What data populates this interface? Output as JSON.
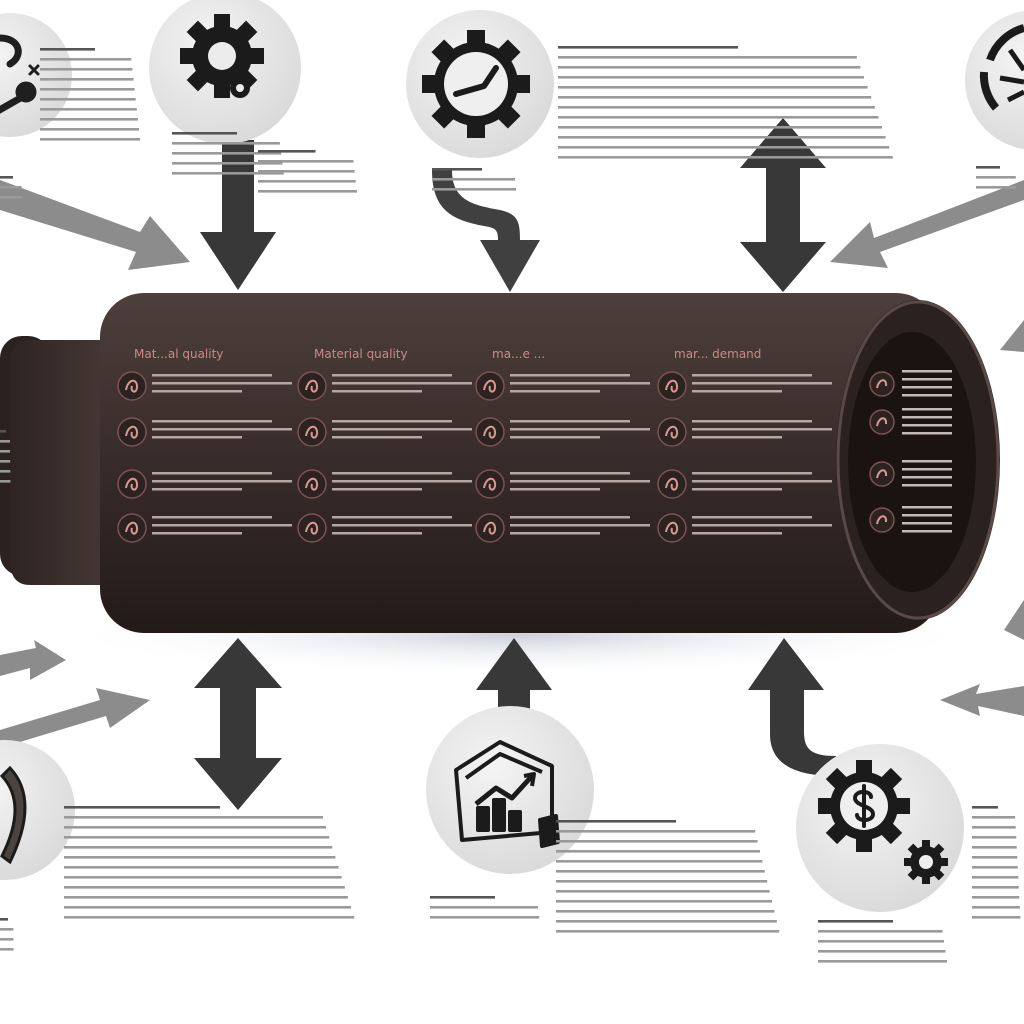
{
  "diagram": {
    "tube_columns": [
      {
        "heading": "Mat...al quality",
        "icons": [
          "ornament-icon",
          "swirl-icon",
          "knot-icon",
          "curl-icon"
        ]
      },
      {
        "heading": "Material quality",
        "icons": [
          "drop-icon",
          "hook-icon",
          "leaf-icon",
          "figure-icon"
        ]
      },
      {
        "heading": "ma...e ...",
        "icons": [
          "cone-icon",
          "box-icon",
          "ring-icon",
          "star-icon"
        ]
      },
      {
        "heading": "mar... demand",
        "icons": [
          "spiral-icon",
          "hammer-icon",
          "dot-icon",
          "flower-icon"
        ]
      }
    ],
    "outer_nodes": [
      {
        "id": "wrench",
        "icon": "wrench-icon"
      },
      {
        "id": "gear",
        "icon": "gear-icon"
      },
      {
        "id": "gear-clock",
        "icon": "gear-clock-icon"
      },
      {
        "id": "chart-dial",
        "icon": "dial-icon"
      },
      {
        "id": "shield",
        "icon": "shield-icon"
      },
      {
        "id": "growth-chart",
        "icon": "growth-chart-icon"
      },
      {
        "id": "gear-dollar",
        "icon": "gear-dollar-icon"
      }
    ],
    "colors": {
      "tube_body": "#3b2f2c",
      "tube_shadow": "#2a201e",
      "accent_text": "#c98a86",
      "arrow_dark": "#3a3a3a",
      "arrow_light": "#8a8a8a",
      "node_fill": "#e6e6e6"
    }
  }
}
